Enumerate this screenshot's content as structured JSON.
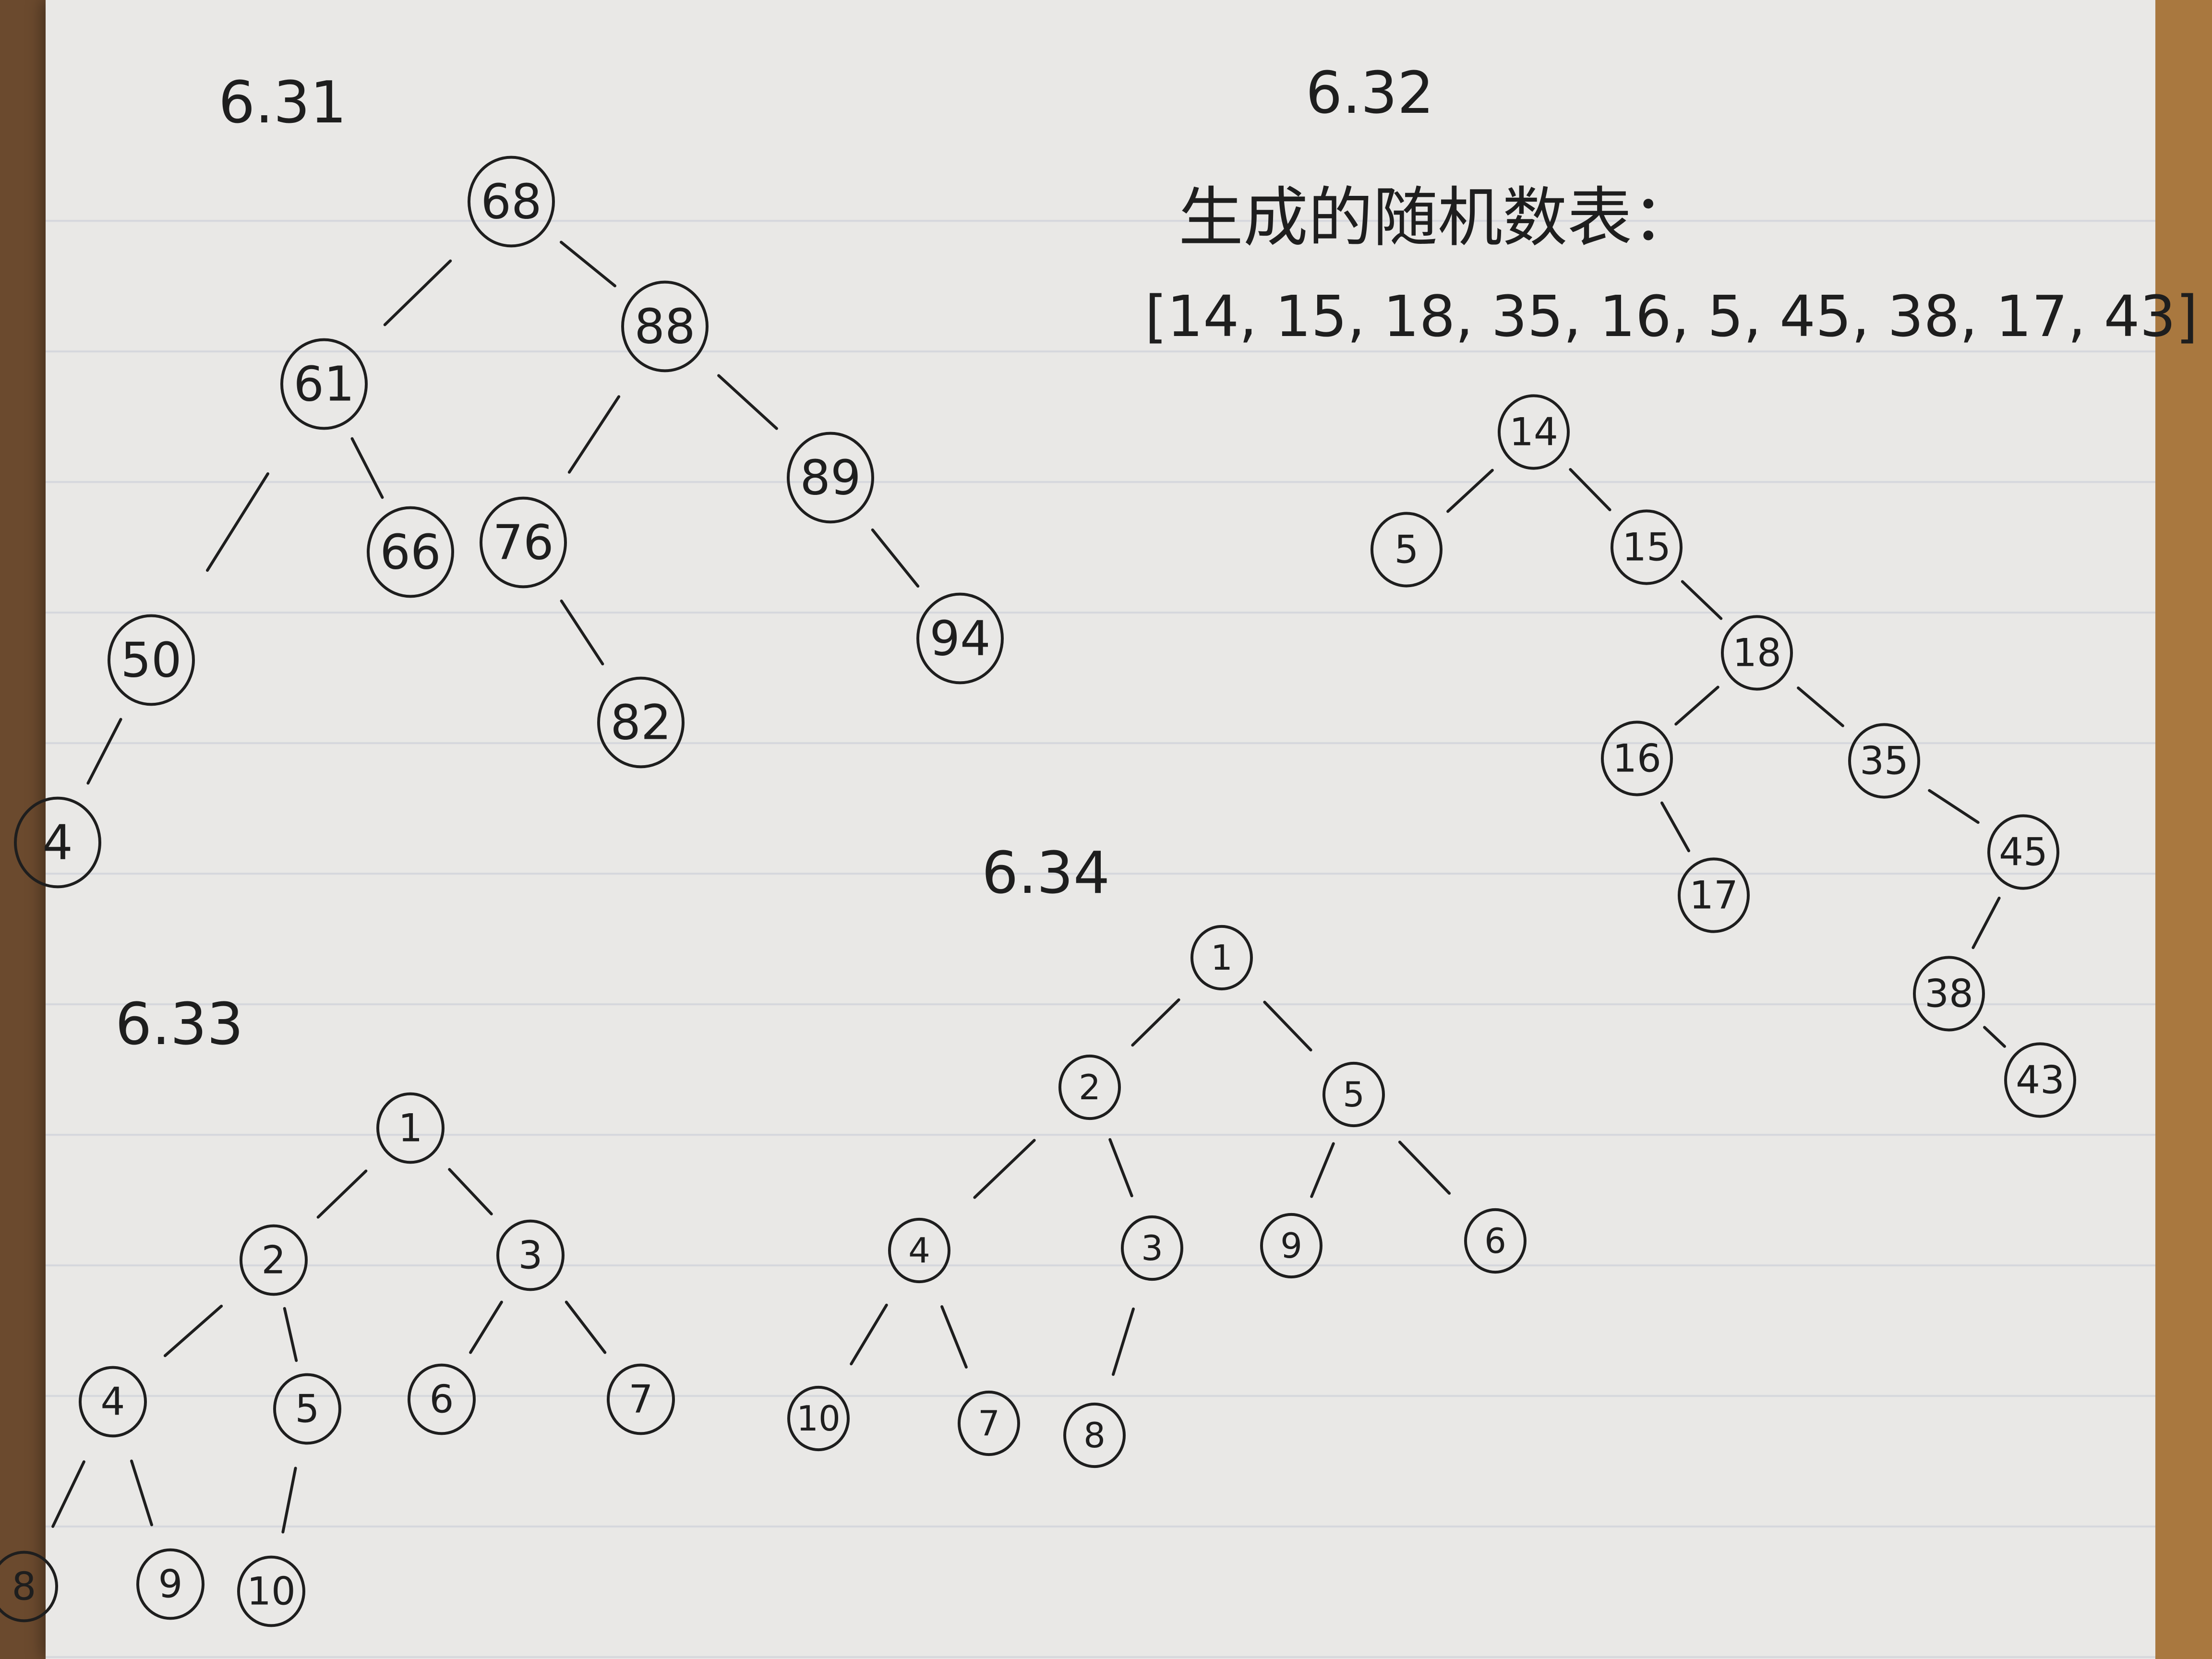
{
  "sections": [
    {
      "label": "6.31",
      "nodes": [
        {
          "id": "a",
          "text": "68"
        },
        {
          "id": "b",
          "text": "61"
        },
        {
          "id": "c",
          "text": "88"
        },
        {
          "id": "d",
          "text": "50"
        },
        {
          "id": "e",
          "text": "66"
        },
        {
          "id": "f",
          "text": "76"
        },
        {
          "id": "g",
          "text": "89"
        },
        {
          "id": "h",
          "text": "4"
        },
        {
          "id": "i",
          "text": "82"
        },
        {
          "id": "j",
          "text": "94"
        }
      ],
      "edges": [
        [
          "a",
          "b"
        ],
        [
          "a",
          "c"
        ],
        [
          "b",
          "d"
        ],
        [
          "b",
          "e"
        ],
        [
          "c",
          "f"
        ],
        [
          "c",
          "g"
        ],
        [
          "d",
          "h"
        ],
        [
          "f",
          "i"
        ],
        [
          "g",
          "j"
        ]
      ]
    },
    {
      "label": "6.32",
      "heading": "生成的随机数表：",
      "list_text": "[14, 15, 18, 35, 16, 5, 45, 38, 17, 43]",
      "nodes": [
        {
          "id": "a",
          "text": "14"
        },
        {
          "id": "b",
          "text": "5"
        },
        {
          "id": "c",
          "text": "15"
        },
        {
          "id": "d",
          "text": "18"
        },
        {
          "id": "e",
          "text": "16"
        },
        {
          "id": "f",
          "text": "35"
        },
        {
          "id": "g",
          "text": "17"
        },
        {
          "id": "h",
          "text": "45"
        },
        {
          "id": "i",
          "text": "38"
        },
        {
          "id": "j",
          "text": "43"
        }
      ],
      "edges": [
        [
          "a",
          "b"
        ],
        [
          "a",
          "c"
        ],
        [
          "c",
          "d"
        ],
        [
          "d",
          "e"
        ],
        [
          "d",
          "f"
        ],
        [
          "e",
          "g"
        ],
        [
          "f",
          "h"
        ],
        [
          "h",
          "i"
        ],
        [
          "i",
          "j"
        ]
      ]
    },
    {
      "label": "6.33",
      "nodes": [
        {
          "id": "n1",
          "text": "1"
        },
        {
          "id": "n2",
          "text": "2"
        },
        {
          "id": "n3",
          "text": "3"
        },
        {
          "id": "n4",
          "text": "4"
        },
        {
          "id": "n5",
          "text": "5"
        },
        {
          "id": "n6",
          "text": "6"
        },
        {
          "id": "n7",
          "text": "7"
        },
        {
          "id": "n8",
          "text": "8"
        },
        {
          "id": "n9",
          "text": "9"
        },
        {
          "id": "n10",
          "text": "10"
        }
      ],
      "edges": [
        [
          "n1",
          "n2"
        ],
        [
          "n1",
          "n3"
        ],
        [
          "n2",
          "n4"
        ],
        [
          "n2",
          "n5"
        ],
        [
          "n3",
          "n6"
        ],
        [
          "n3",
          "n7"
        ],
        [
          "n4",
          "n8"
        ],
        [
          "n4",
          "n9"
        ],
        [
          "n5",
          "n10"
        ]
      ]
    },
    {
      "label": "6.34",
      "nodes": [
        {
          "id": "n1",
          "text": "1"
        },
        {
          "id": "n2",
          "text": "2"
        },
        {
          "id": "n5",
          "text": "5"
        },
        {
          "id": "n4",
          "text": "4"
        },
        {
          "id": "n3",
          "text": "3"
        },
        {
          "id": "n9",
          "text": "9"
        },
        {
          "id": "n6",
          "text": "6"
        },
        {
          "id": "n10",
          "text": "10"
        },
        {
          "id": "n7",
          "text": "7"
        },
        {
          "id": "n8",
          "text": "8"
        }
      ],
      "edges": [
        [
          "n1",
          "n2"
        ],
        [
          "n1",
          "n5"
        ],
        [
          "n2",
          "n4"
        ],
        [
          "n2",
          "n3"
        ],
        [
          "n5",
          "n9"
        ],
        [
          "n5",
          "n6"
        ],
        [
          "n4",
          "n10"
        ],
        [
          "n4",
          "n7"
        ],
        [
          "n3",
          "n8"
        ]
      ]
    }
  ]
}
